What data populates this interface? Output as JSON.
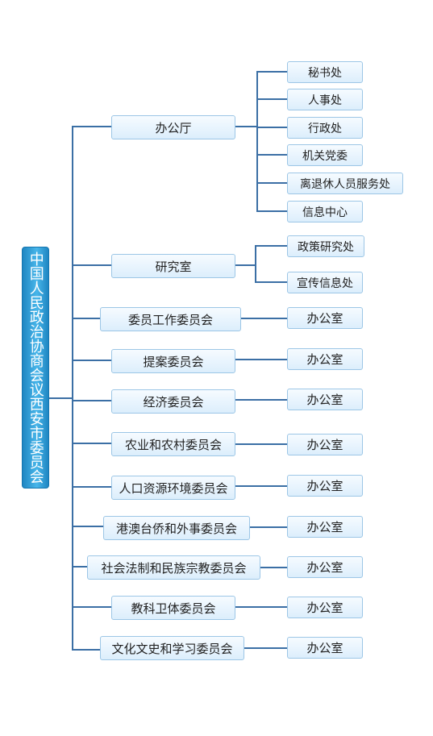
{
  "root": "中国人民政治协商会议西安市委员会",
  "departments": [
    {
      "label": "办公厅",
      "children": [
        "秘书处",
        "人事处",
        "行政处",
        "机关党委",
        "离退休人员服务处",
        "信息中心"
      ]
    },
    {
      "label": "研究室",
      "children": [
        "政策研究处",
        "宣传信息处"
      ]
    },
    {
      "label": "委员工作委员会",
      "children": [
        "办公室"
      ]
    },
    {
      "label": "提案委员会",
      "children": [
        "办公室"
      ]
    },
    {
      "label": "经济委员会",
      "children": [
        "办公室"
      ]
    },
    {
      "label": "农业和农村委员会",
      "children": [
        "办公室"
      ]
    },
    {
      "label": "人口资源环境委员会",
      "children": [
        "办公室"
      ]
    },
    {
      "label": "港澳台侨和外事委员会",
      "children": [
        "办公室"
      ]
    },
    {
      "label": "社会法制和民族宗教委员会",
      "children": [
        "办公室"
      ]
    },
    {
      "label": "教科卫体委员会",
      "children": [
        "办公室"
      ]
    },
    {
      "label": "文化文史和学习委员会",
      "children": [
        "办公室"
      ]
    }
  ],
  "colors": {
    "line": "#3b6fa5",
    "root_fill": "#2a97d4",
    "node_fill": "#e6f3fd",
    "node_border": "#9cc6e6"
  }
}
